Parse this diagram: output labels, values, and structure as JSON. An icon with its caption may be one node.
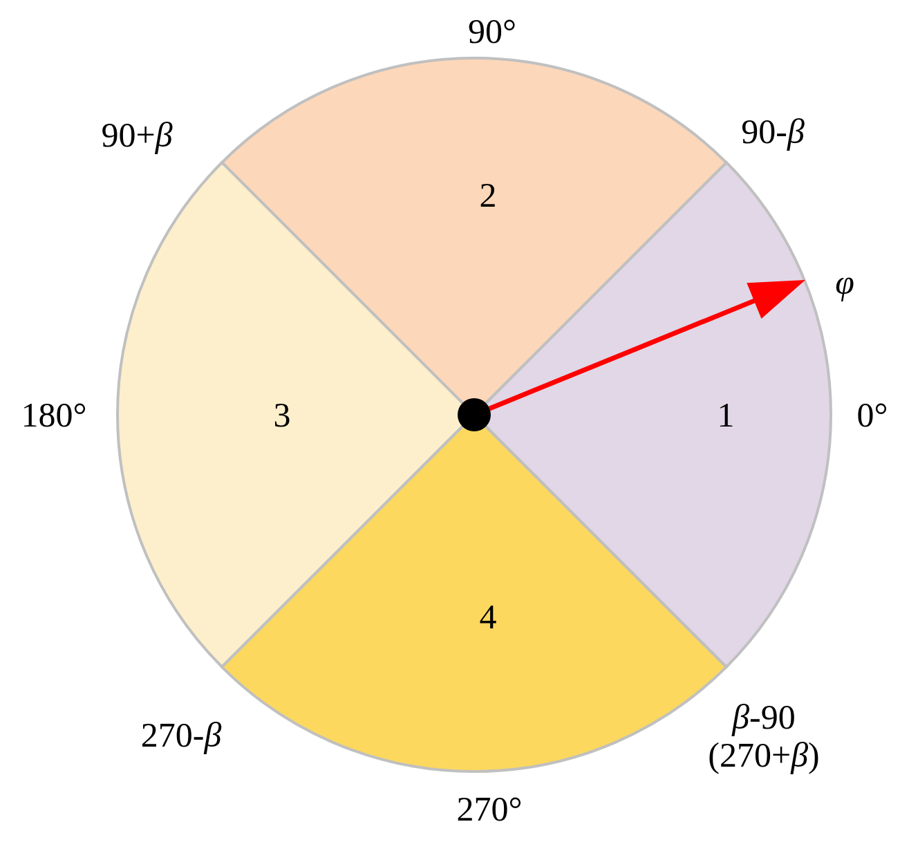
{
  "diagram": {
    "nodes": [
      {
        "text": [
          "1"
        ]
      },
      {
        "text": [
          "2"
        ]
      },
      {
        "text": [
          "3"
        ]
      },
      {
        "text": [
          "4"
        ]
      }
    ],
    "labels": [
      "90°",
      "90+*β*",
      "90-*β*",
      "*φ*",
      "180°",
      "0°",
      "270-*β*",
      "*β*-90 (270+*β*)",
      "270°"
    ]
  }
}
